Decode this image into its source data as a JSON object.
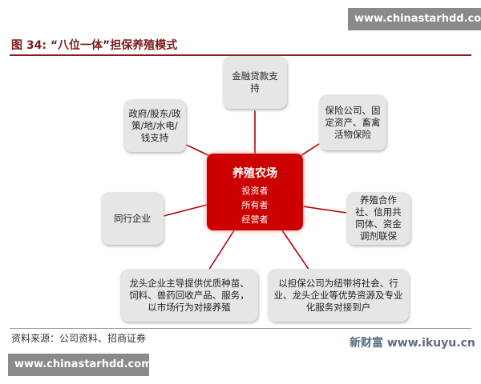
{
  "watermark_top": "www.chinastarhdd.com",
  "watermark_bottom": "www.chinastarhdd.com",
  "figure_title": "图 34: “八位一体”担保养殖模式",
  "center": {
    "title": "养殖农场",
    "items": [
      "投资者",
      "所有者",
      "经营者"
    ]
  },
  "nodes": {
    "finance": "金融贷款支持",
    "government": "政府/股东/政策/地/水电/钱支持",
    "insurance": "保险公司、固定资产、畜禽活物保险",
    "peers": "同行企业",
    "cooperative": "养殖合作社、信用共同体、资金调剂联保",
    "leader": "龙头企业主导提供优质种苗、饲料、兽药回收产品、服务，以市场行为对接养殖",
    "guarantee": "以担保公司为纽带将社会、行业、龙头企业等优势资源及专业化服务对接到户"
  },
  "source": "资料来源：公司资料、招商证券",
  "brand": "新财富 www.ikuyu.cn",
  "colors": {
    "center": "#cc0000",
    "link": "#b30000",
    "box": "#e6e6e6"
  }
}
